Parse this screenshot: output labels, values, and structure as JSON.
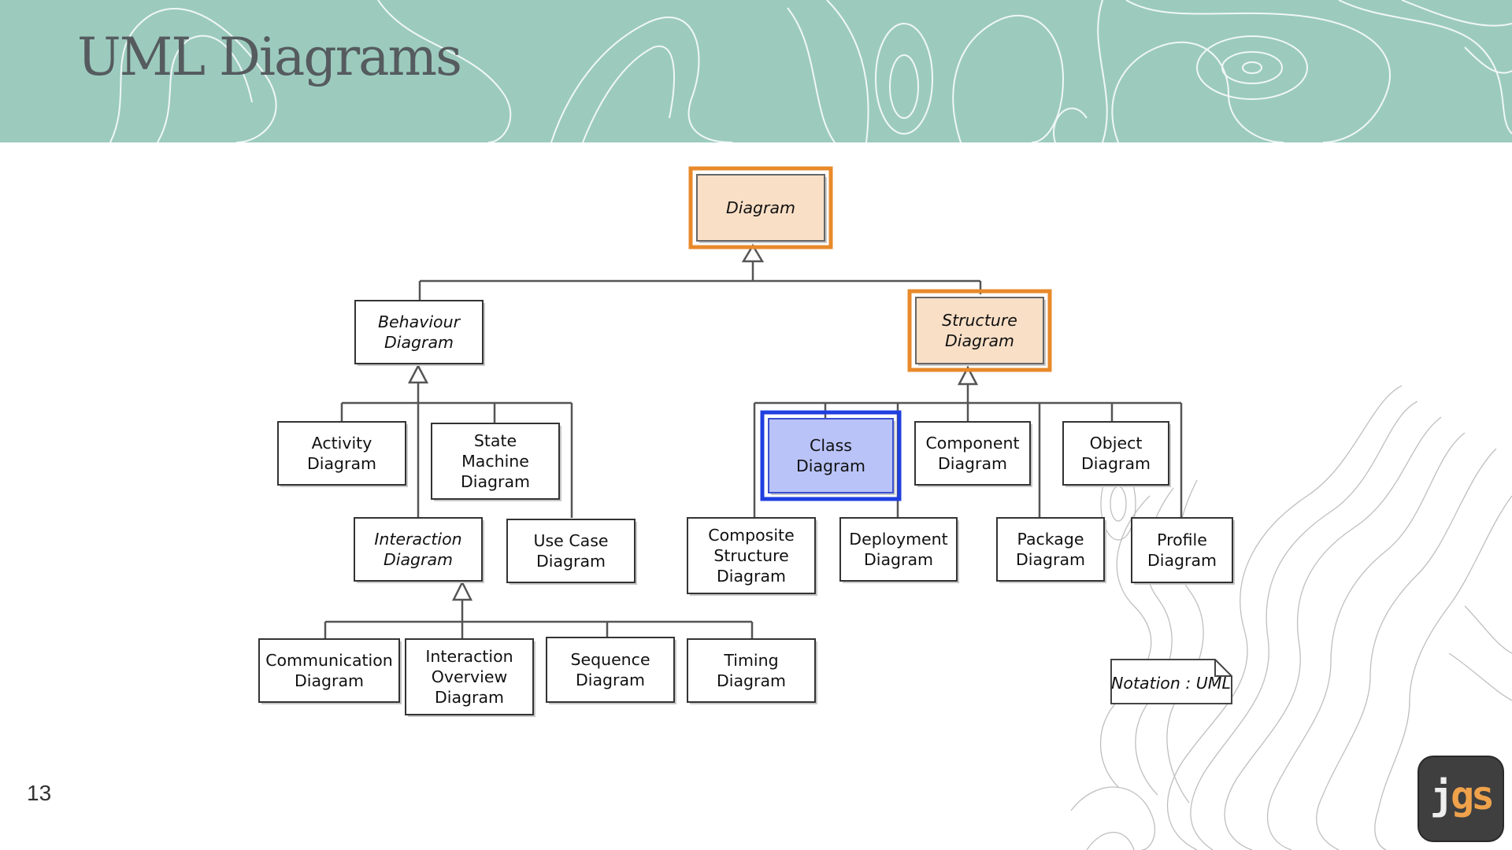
{
  "slide": {
    "title": "UML Diagrams",
    "page_number": "13",
    "logo": {
      "j": "j",
      "gs": "gs"
    }
  },
  "colors": {
    "header_bg": "#9ccbbd",
    "title_text": "#555b5e",
    "highlight_orange": "#e8892a",
    "highlight_orange_fill": "#f9dfc6",
    "highlight_blue": "#1f3fe0",
    "highlight_blue_fill": "#b9c3f7",
    "logo_bg": "#3f3f3f",
    "logo_accent": "#f0a24b"
  },
  "diagram": {
    "root": {
      "lines": [
        "Diagram"
      ]
    },
    "behaviour": {
      "lines": [
        "Behaviour",
        "Diagram"
      ]
    },
    "structure": {
      "lines": [
        "Structure",
        "Diagram"
      ]
    },
    "activity": {
      "lines": [
        "Activity",
        "Diagram"
      ]
    },
    "state_machine": {
      "lines": [
        "State",
        "Machine",
        "Diagram"
      ]
    },
    "interaction": {
      "lines": [
        "Interaction",
        "Diagram"
      ]
    },
    "use_case": {
      "lines": [
        "Use Case",
        "Diagram"
      ]
    },
    "communication": {
      "lines": [
        "Communication",
        "Diagram"
      ]
    },
    "interaction_overview": {
      "lines": [
        "Interaction",
        "Overview",
        "Diagram"
      ]
    },
    "sequence": {
      "lines": [
        "Sequence",
        "Diagram"
      ]
    },
    "timing": {
      "lines": [
        "Timing",
        "Diagram"
      ]
    },
    "class": {
      "lines": [
        "Class",
        "Diagram"
      ]
    },
    "component": {
      "lines": [
        "Component",
        "Diagram"
      ]
    },
    "object": {
      "lines": [
        "Object",
        "Diagram"
      ]
    },
    "composite_structure": {
      "lines": [
        "Composite",
        "Structure",
        "Diagram"
      ]
    },
    "deployment": {
      "lines": [
        "Deployment",
        "Diagram"
      ]
    },
    "package": {
      "lines": [
        "Package",
        "Diagram"
      ]
    },
    "profile": {
      "lines": [
        "Profile",
        "Diagram"
      ]
    },
    "notation": "Notation : UML"
  }
}
